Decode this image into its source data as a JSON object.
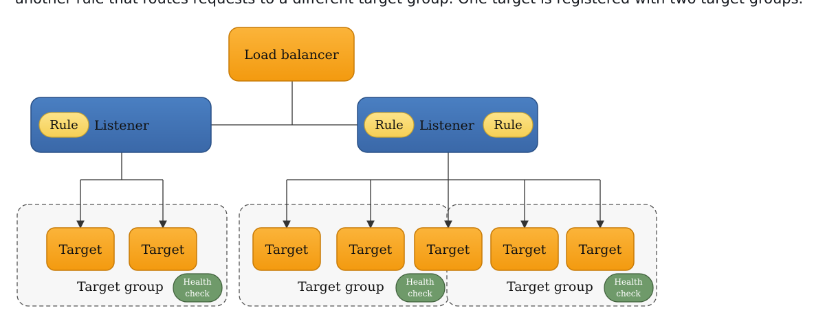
{
  "intro_text": "another rule that routes requests to a different target group. One target is registered with two target groups.",
  "diagram": {
    "load_balancer": "Load balancer",
    "listener_left": {
      "label": "Listener",
      "rules": [
        "Rule"
      ]
    },
    "listener_right": {
      "label": "Listener",
      "rules": [
        "Rule",
        "Rule"
      ]
    },
    "target_groups": [
      {
        "label": "Target group",
        "health_check": [
          "Health",
          "check"
        ],
        "targets": [
          "Target",
          "Target"
        ]
      },
      {
        "label": "Target group",
        "health_check": [
          "Health",
          "check"
        ],
        "targets": [
          "Target",
          "Target"
        ]
      },
      {
        "label": "Target group",
        "health_check": [
          "Health",
          "check"
        ],
        "targets": [
          "Target",
          "Target"
        ]
      }
    ],
    "shared_target": "Target",
    "colors": {
      "orange_fill": "#f7a21a",
      "orange_stroke": "#c77a06",
      "blue_fill": "#3f72b5",
      "blue_stroke": "#284f85",
      "rule_fill": "#f9d96a",
      "rule_stroke": "#c9a431",
      "health_fill": "#6f9a6a",
      "group_fill": "#f7f7f7",
      "line": "#333333"
    }
  }
}
